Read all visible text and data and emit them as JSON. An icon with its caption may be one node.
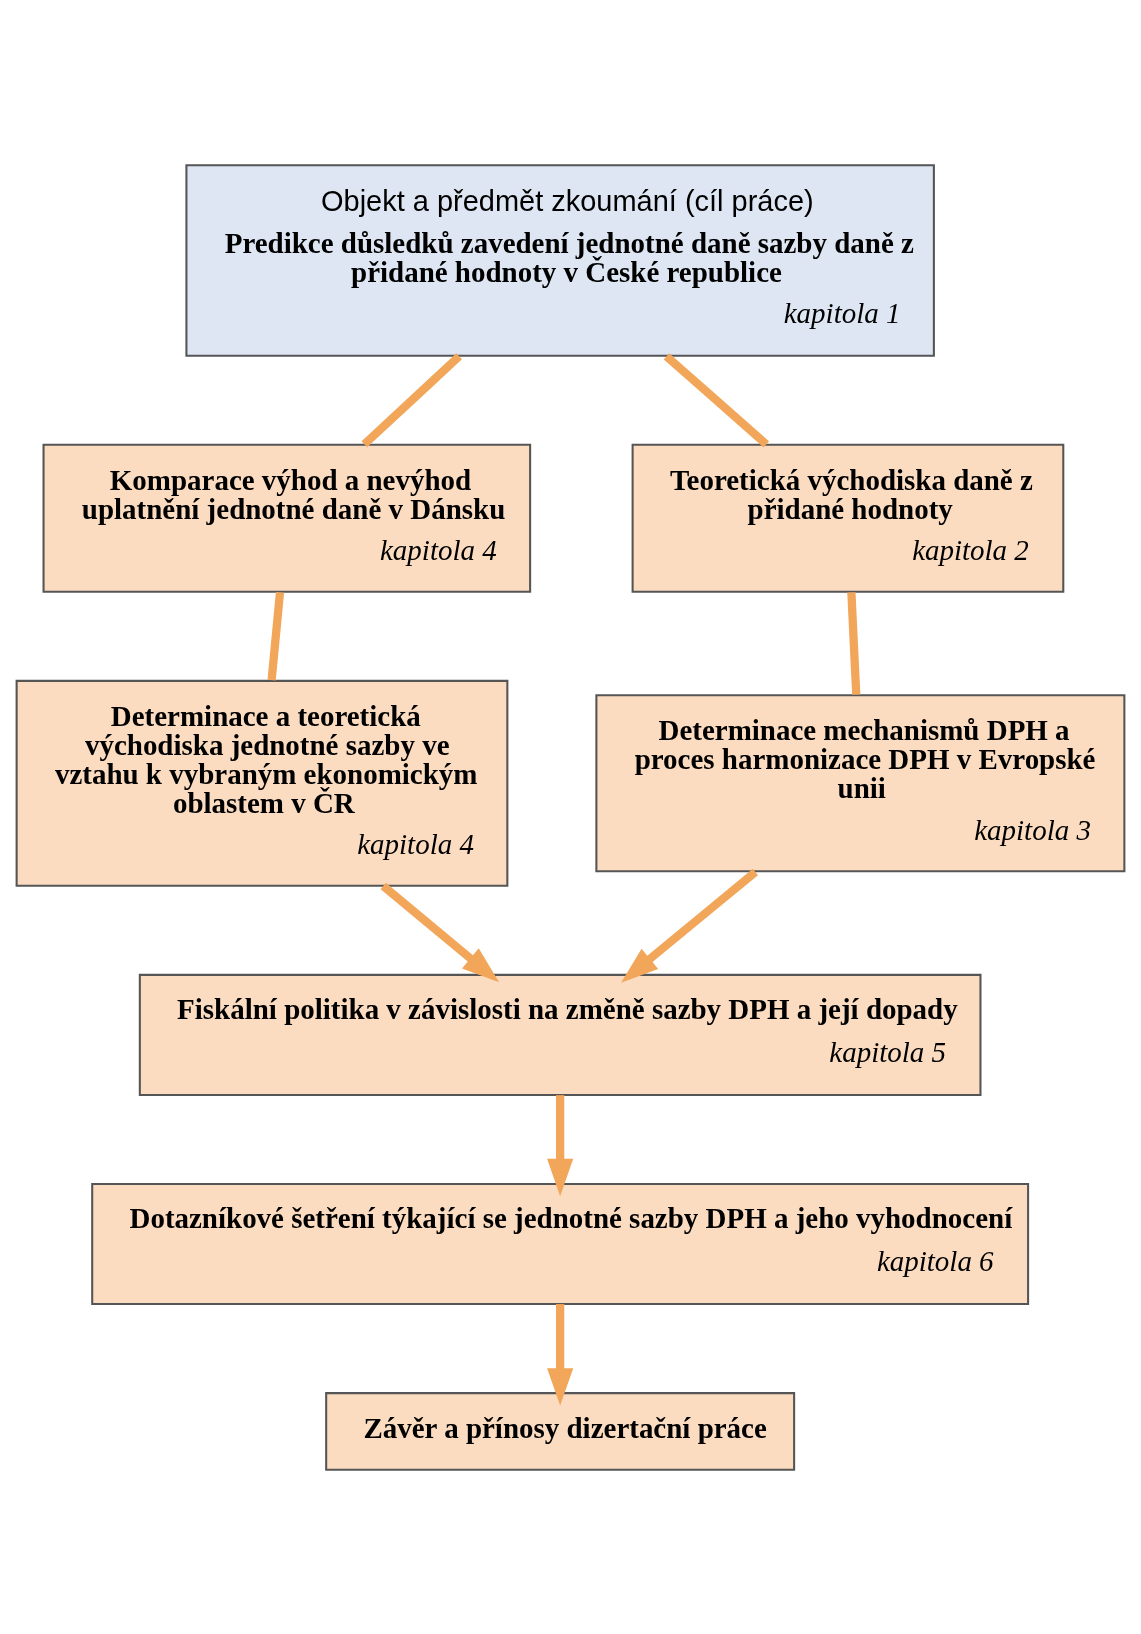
{
  "diagram": {
    "nodes": [
      {
        "text": [
          "Objekt a předmět zkoumání (cíl práce)",
          "Predikce důsledků zavedení jednotné daně sazby daně z přidané hodnoty v České republice",
          "kapitola 1"
        ]
      },
      {
        "text": [
          "Komparace výhod a nevýhod uplatnění jednotné daně v Dánsku",
          "kapitola 4"
        ]
      },
      {
        "text": [
          "Teoretická východiska daně z přidané hodnoty",
          "kapitola 2"
        ]
      },
      {
        "text": [
          "Determinace a teoretická východiska jednotné sazby ve vztahu k vybraným ekonomickým oblastem v ČR",
          "kapitola 4"
        ]
      },
      {
        "text": [
          "Determinace mechanismů DPH a proces harmonizace DPH v Evropské unii",
          "kapitola 3"
        ]
      },
      {
        "text": [
          "Fiskální politika v závislosti na změně sazby DPH a její dopady",
          "kapitola 5"
        ]
      },
      {
        "text": [
          "Dotazníkové šetření týkající se jednotné sazby DPH a jeho vyhodnocení",
          "kapitola 6"
        ]
      },
      {
        "text": [
          "Závěr a přínosy dizertační práce"
        ]
      }
    ],
    "edges": [
      {
        "from": 0,
        "to": 1,
        "arrow": "none"
      },
      {
        "from": 0,
        "to": 2,
        "arrow": "none"
      },
      {
        "from": 1,
        "to": 3,
        "arrow": "none"
      },
      {
        "from": 2,
        "to": 4,
        "arrow": "none"
      },
      {
        "from": 3,
        "to": 5,
        "arrow": "to"
      },
      {
        "from": 4,
        "to": 5,
        "arrow": "to"
      },
      {
        "from": 5,
        "to": 6,
        "arrow": "to"
      },
      {
        "from": 6,
        "to": 7,
        "arrow": "to"
      }
    ]
  }
}
